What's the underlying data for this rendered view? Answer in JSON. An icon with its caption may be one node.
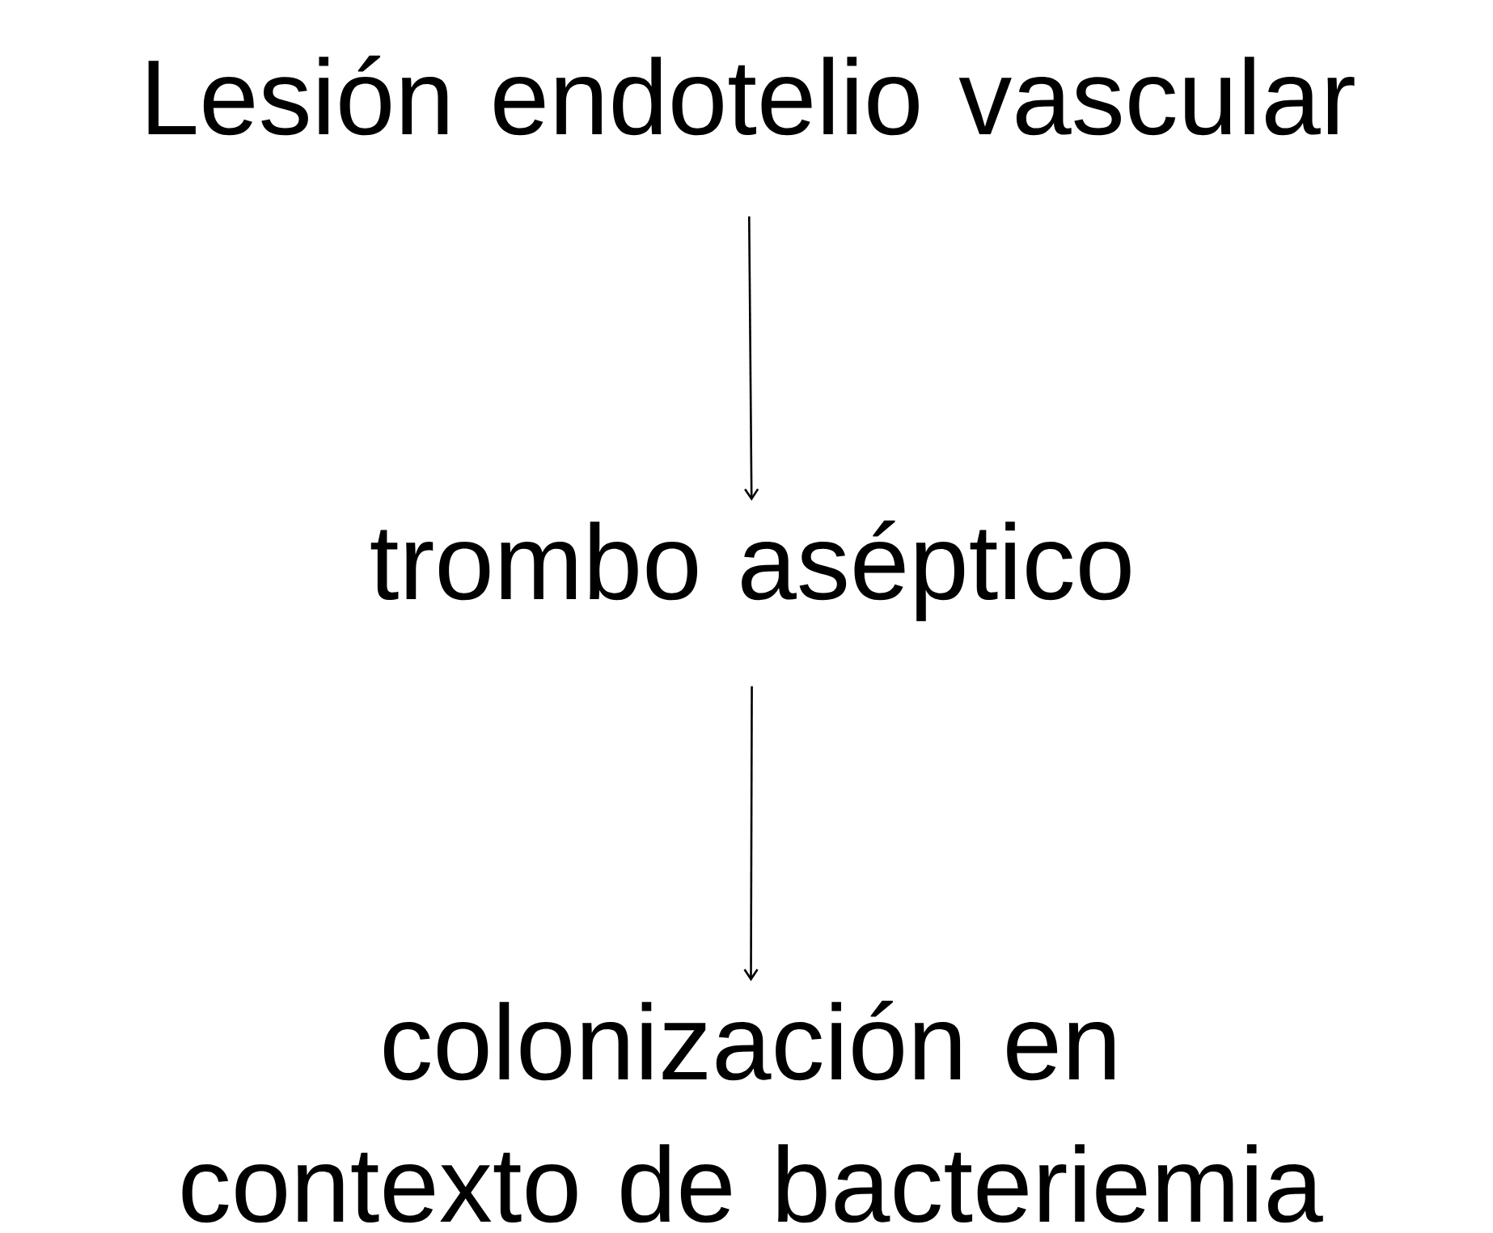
{
  "diagram": {
    "nodes": [
      {
        "text": [
          "Lesión endotelio vascular"
        ]
      },
      {
        "text": [
          "trombo aséptico"
        ]
      },
      {
        "text": [
          "colonización en contexto de bacteriemia"
        ]
      }
    ],
    "edges": [
      {
        "from": 0,
        "to": 1,
        "arrow": "to"
      },
      {
        "from": 1,
        "to": 2,
        "arrow": "to"
      }
    ]
  }
}
